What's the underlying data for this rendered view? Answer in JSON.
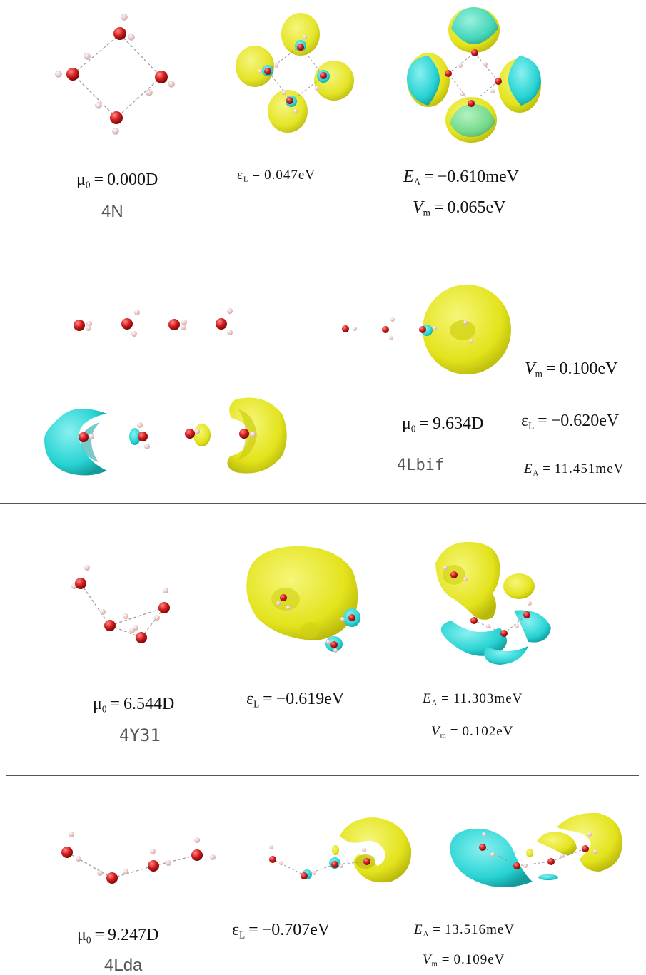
{
  "colors": {
    "oxygen": "#d41c1c",
    "hydrogen": "#f0c8c8",
    "orbital_positive": "#e6e61e",
    "orbital_negative": "#27d3d3",
    "hbond": "#999999",
    "separator": "#555555"
  },
  "panels": [
    {
      "name": "4N",
      "dipole": {
        "sym": "μ",
        "sub": "0",
        "value": "0.000D"
      },
      "eps": {
        "sym": "ε",
        "sub": "L",
        "value": "0.047eV"
      },
      "ea": {
        "sym": "E",
        "sub": "A",
        "value": "−0.610meV"
      },
      "vm": {
        "sym": "V",
        "sub": "m",
        "value": "0.065eV"
      }
    },
    {
      "name": "4Lbif",
      "dipole": {
        "sym": "μ",
        "sub": "0",
        "value": "9.634D"
      },
      "eps": {
        "sym": "ε",
        "sub": "L",
        "value": "−0.620eV"
      },
      "ea": {
        "sym": "E",
        "sub": "A",
        "value": "11.451meV"
      },
      "vm": {
        "sym": "V",
        "sub": "m",
        "value": "0.100eV"
      }
    },
    {
      "name": "4Y31",
      "dipole": {
        "sym": "μ",
        "sub": "0",
        "value": "6.544D"
      },
      "eps": {
        "sym": "ε",
        "sub": "L",
        "value": "−0.619eV"
      },
      "ea": {
        "sym": "E",
        "sub": "A",
        "value": "11.303meV"
      },
      "vm": {
        "sym": "V",
        "sub": "m",
        "value": "0.102eV"
      }
    },
    {
      "name": "4Lda",
      "dipole": {
        "sym": "μ",
        "sub": "0",
        "value": "9.247D"
      },
      "eps": {
        "sym": "ε",
        "sub": "L",
        "value": "−0.707eV"
      },
      "ea": {
        "sym": "E",
        "sub": "A",
        "value": "13.516meV"
      },
      "vm": {
        "sym": "V",
        "sub": "m",
        "value": "0.109eV"
      }
    }
  ]
}
